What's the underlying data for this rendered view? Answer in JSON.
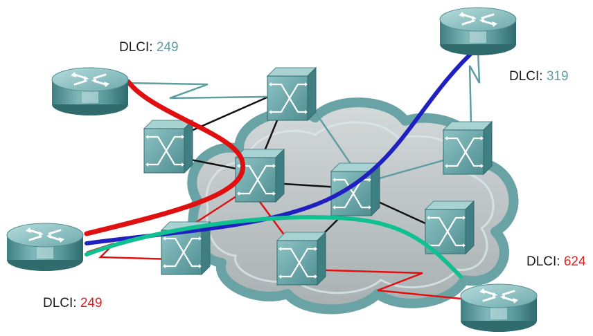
{
  "labels": {
    "top_left": {
      "prefix": "DLCI: ",
      "value": "249",
      "color": "#5f9ea0"
    },
    "top_right": {
      "prefix": "DLCI: ",
      "value": "319",
      "color": "#5f9ea0"
    },
    "bottom_left": {
      "prefix": "DLCI: ",
      "value": "249",
      "color": "#e02020"
    },
    "bottom_right": {
      "prefix": "DLCI: ",
      "value": "624",
      "color": "#e02020"
    }
  },
  "colors": {
    "device_body": "#5e9ea0",
    "device_top": "#8fc2c4",
    "cloud_fill": "#b8bfc0",
    "cloud_rim": "#6aa3a6",
    "circuit_red": "#e01010",
    "circuit_blue": "#2020c0",
    "circuit_green": "#10c090",
    "link_black": "#111111",
    "link_teal": "#5f9ea0",
    "link_red": "#e01010"
  },
  "icons": {
    "router": "router-icon",
    "switch": "frame-relay-switch-icon",
    "cloud": "frame-relay-cloud"
  }
}
